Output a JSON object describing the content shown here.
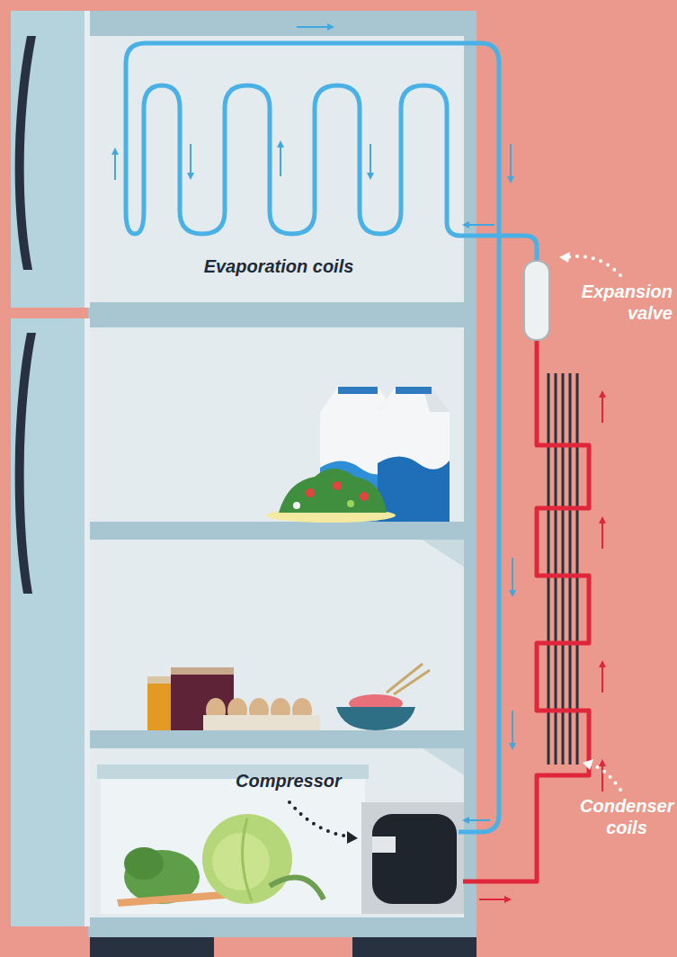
{
  "diagram": {
    "labels": [
      "Evaporation coils",
      "Expansion valve",
      "Compressor",
      "Condenser coils"
    ]
  }
}
